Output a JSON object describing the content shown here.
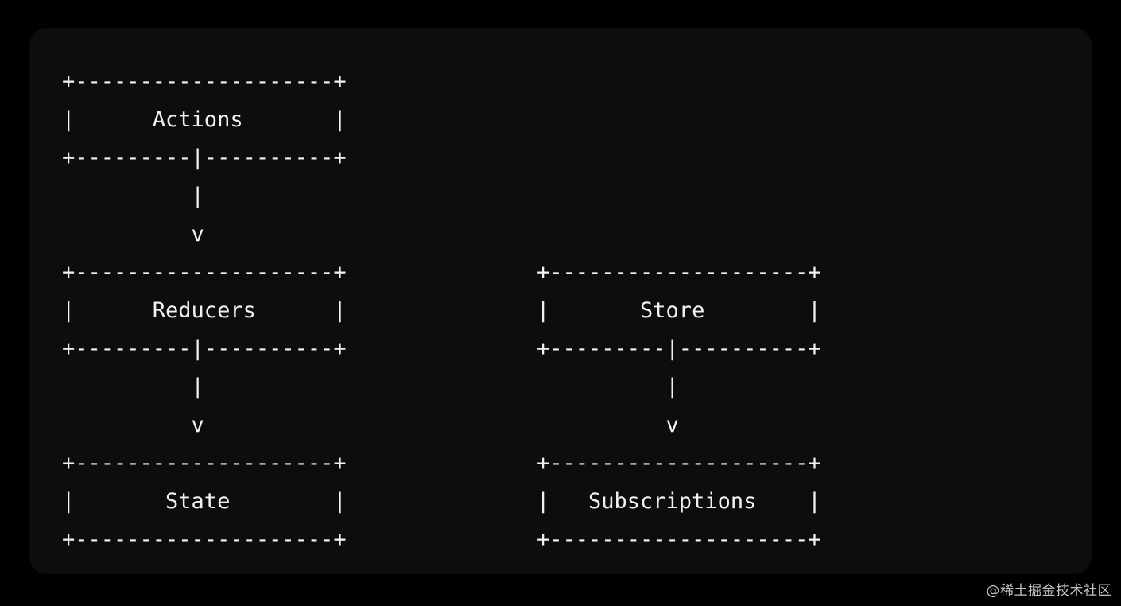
{
  "meta": {
    "title": "Redux architecture ASCII diagram",
    "background_color": "#000000",
    "card_color": "#0d0d0d",
    "text_color": "#f2f2f2"
  },
  "diagram": {
    "type": "ascii-flow",
    "box_inner_width": 20,
    "boxes": [
      {
        "id": "actions",
        "label": "Actions",
        "column": "left",
        "row": 0
      },
      {
        "id": "reducers",
        "label": "Reducers",
        "column": "left",
        "row": 1
      },
      {
        "id": "state",
        "label": "State",
        "column": "left",
        "row": 2
      },
      {
        "id": "store",
        "label": "Store",
        "column": "right",
        "row": 1
      },
      {
        "id": "subscriptions",
        "label": "Subscriptions",
        "column": "right",
        "row": 2
      }
    ],
    "connections": [
      {
        "from": "actions",
        "to": "reducers",
        "glyph": "v",
        "direction": "down"
      },
      {
        "from": "reducers",
        "to": "state",
        "glyph": "v",
        "direction": "down"
      },
      {
        "from": "store",
        "to": "subscriptions",
        "glyph": "v",
        "direction": "down"
      }
    ],
    "left_column_art": "+--------------------+\n|      Actions       |\n+---------|----------+\n          |\n          v\n+--------------------+\n|      Reducers      |\n+---------|----------+\n          |\n          v\n+--------------------+\n|       State        |\n+--------------------+",
    "right_column_art": "+--------------------+\n|       Store        |\n+---------|----------+\n          |\n          v\n+--------------------+\n|   Subscriptions    |\n+--------------------+"
  },
  "watermark": {
    "text": "@稀土掘金技术社区"
  }
}
